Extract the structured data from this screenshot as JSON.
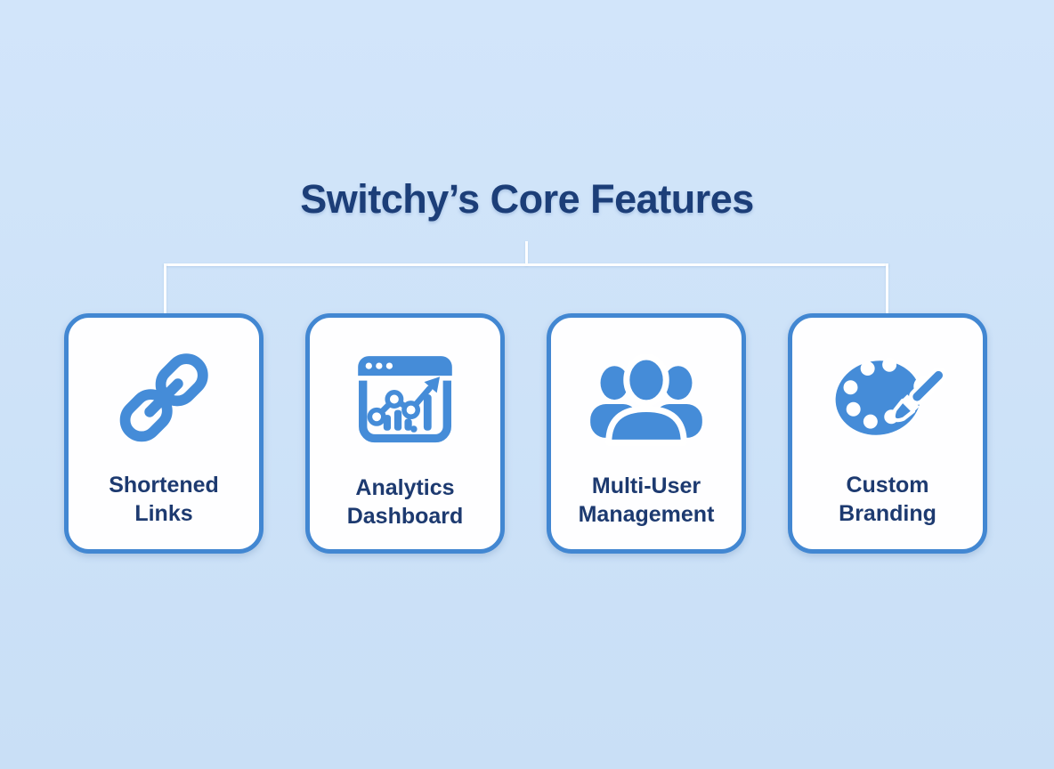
{
  "title": "Switchy’s Core Features",
  "colors": {
    "background": "#cde2f8",
    "title_navy": "#1c3e78",
    "label_navy": "#1d3a70",
    "card_border_blue": "#4287d2",
    "icon_blue": "#458cd8",
    "card_background": "#fefeff",
    "connector_white": "#fdfeff"
  },
  "diagram": {
    "type": "tree",
    "root": "Switchy’s Core Features",
    "connector_style": "bracket from title to first and last card"
  },
  "cards": [
    {
      "label": "Shortened\nLinks",
      "icon": "chain-link-icon"
    },
    {
      "label": "Analytics\nDashboard",
      "icon": "analytics-window-icon"
    },
    {
      "label": "Multi-User\nManagement",
      "icon": "multi-user-icon"
    },
    {
      "label": "Custom\nBranding",
      "icon": "palette-brush-icon"
    }
  ]
}
